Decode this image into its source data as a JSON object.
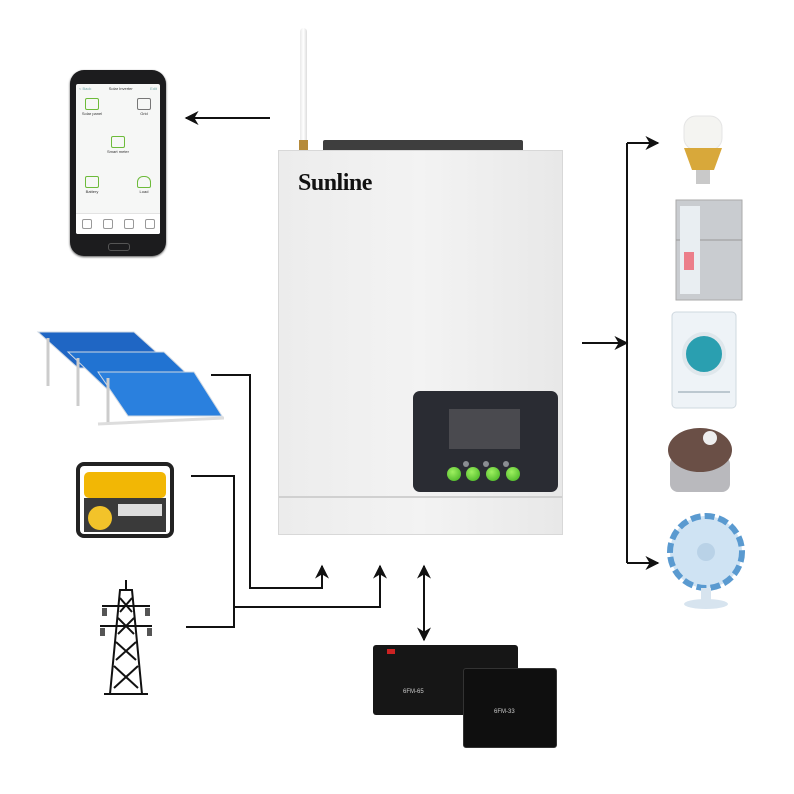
{
  "phone_app": {
    "title": "Solar Inverter",
    "back": "< Back",
    "edit": "Edit",
    "nodes": [
      "Solar panel",
      "Grid",
      "Smart meter",
      "Battery",
      "Load"
    ]
  },
  "inverter": {
    "brand": "Sunline",
    "button_count": 4,
    "led_count": 3
  },
  "sources": [
    "solar-panels",
    "generator",
    "power-grid-tower"
  ],
  "battery_labels": [
    "6FM-65",
    "6FM-33"
  ],
  "loads": [
    "light-bulb",
    "refrigerator",
    "washing-machine",
    "rice-cooker",
    "electric-fan"
  ],
  "colors": {
    "accent_green": "#4cbf26",
    "panel_dark": "#2a2c33",
    "wire": "#111111",
    "solar_blue": "#1e6fc8",
    "generator_yellow": "#f2b705"
  }
}
